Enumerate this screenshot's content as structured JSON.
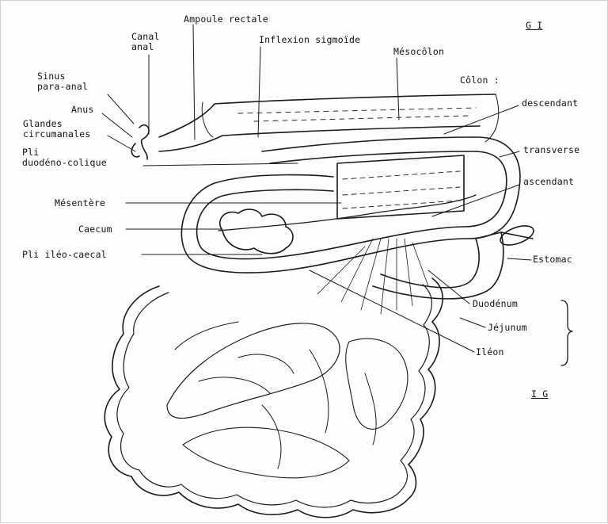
{
  "figure": {
    "labels": {
      "ampoule_rectale": "Ampoule rectale",
      "canal_anal": "Canal\nanal",
      "inflexion_sigmoide": "Inflexion sigmoïde",
      "mesocolon": "Mésocôlon",
      "sinus_para_anal": "Sinus\npara-anal",
      "anus": "Anus",
      "glandes_circumanales": "Glandes\ncircumanales",
      "pli_duodeno_colique": "Pli\nduodéno-colique",
      "colon": "Côlon :",
      "descendant": "descendant",
      "transverse": "transverse",
      "ascendant": "ascendant",
      "mesentere": "Mésentère",
      "caecum": "Caecum",
      "pli_ileo_caecal": "Pli iléo-caecal",
      "estomac": "Estomac",
      "duodenum": "Duodénum",
      "jejunum": "Jéjunum",
      "ileon": "Iléon"
    },
    "corner_marks": {
      "top_right": "G I",
      "bottom_right": "I G"
    }
  }
}
